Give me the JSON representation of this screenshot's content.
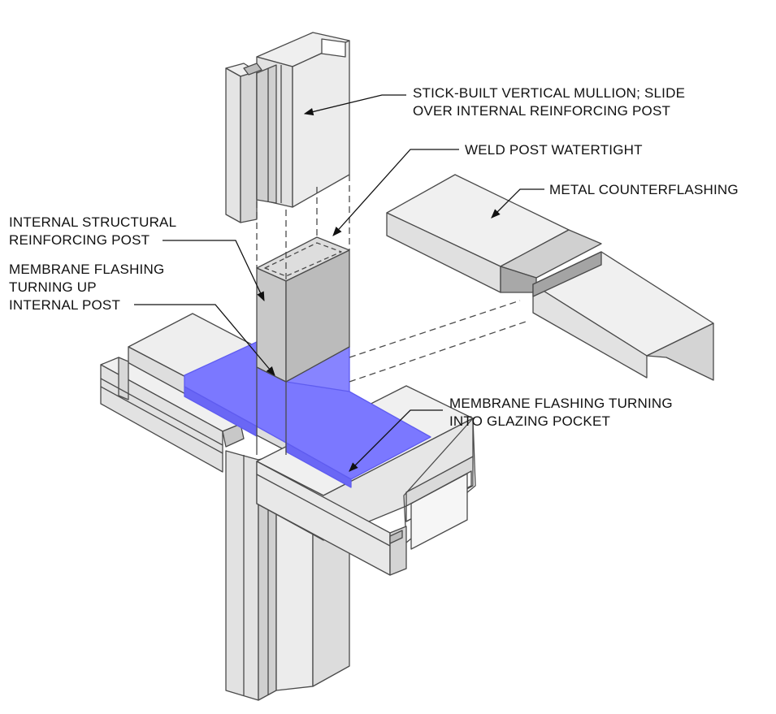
{
  "colors": {
    "line": "#4a4a4a",
    "metal_light": "#ececec",
    "metal_mid": "#dcdcdc",
    "metal_dark": "#c4c4c4",
    "post_face": "#c8c8c8",
    "post_side": "#b4b4b4",
    "membrane": "#7b78ff",
    "membrane_dark": "#5f5cf0",
    "text": "#111111",
    "background": "#ffffff"
  },
  "labels": {
    "mullion": {
      "line1": "STICK-BUILT VERTICAL MULLION; SLIDE",
      "line2": "OVER INTERNAL REINFORCING POST"
    },
    "weld": {
      "line1": "WELD POST WATERTIGHT"
    },
    "counterflashing": {
      "line1": "METAL COUNTERFLASHING"
    },
    "reinforcing_post": {
      "line1": "INTERNAL STRUCTURAL",
      "line2": "REINFORCING POST"
    },
    "membrane_up": {
      "line1": "MEMBRANE FLASHING",
      "line2": "TURNING UP",
      "line3": "INTERNAL POST"
    },
    "membrane_pocket": {
      "line1": "MEMBRANE FLASHING TURNING",
      "line2": "INTO GLAZING POCKET"
    }
  }
}
